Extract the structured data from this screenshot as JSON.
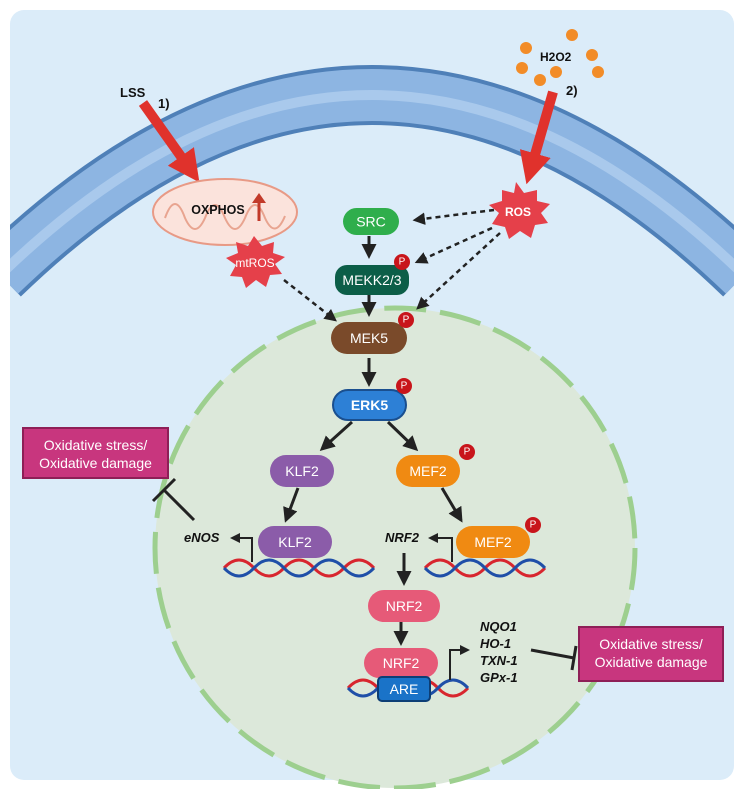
{
  "stimuli": {
    "lss": "LSS",
    "lss_num": "1)",
    "h2o2": "H2O2",
    "h2o2_num": "2)"
  },
  "organelle": {
    "oxphos": "OXPHOS",
    "mtros": "mtROS",
    "ros": "ROS"
  },
  "kinases": {
    "src": "SRC",
    "mekk": "MEKK2/3",
    "mek5": "MEK5",
    "erk5": "ERK5",
    "phospho": "P"
  },
  "transcription": {
    "klf2": "KLF2",
    "mef2": "MEF2",
    "nrf2": "NRF2",
    "are": "ARE"
  },
  "genes": {
    "enos": "eNOS",
    "nrf2": "NRF2",
    "targets": [
      "NQO1",
      "HO-1",
      "TXN-1",
      "GPx-1"
    ]
  },
  "outcome_left": {
    "line1": "Oxidative stress/",
    "line2": "Oxidative damage"
  },
  "outcome_right": {
    "line1": "Oxidative stress/",
    "line2": "Oxidative damage"
  },
  "colors": {
    "background": "#dbecf9",
    "membrane": "#7aa6d6",
    "nucleus": "#dbe7d9",
    "src": "#2fae4c",
    "mekk": "#0c5e48",
    "mek5": "#7a4a2a",
    "erk5": "#2d80d6",
    "klf2": "#8b5ca9",
    "mef2": "#f08a12",
    "nrf2": "#e65a78",
    "are": "#1a73c8",
    "ros": "#e5404a",
    "stimulus_arrow": "#e0322c",
    "box": "#c8367e"
  }
}
